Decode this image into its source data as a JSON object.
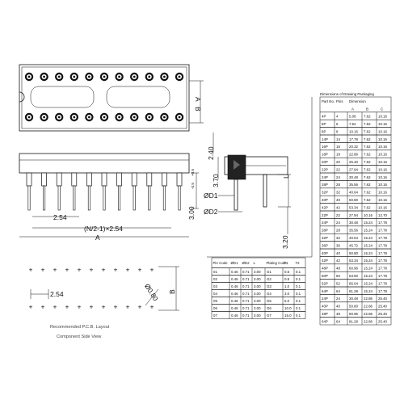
{
  "top_view": {
    "dim_a": "A",
    "dim_b": "B"
  },
  "side_view": {
    "pitch_label": "2.54",
    "span_label": "(N/2-1)×2.54",
    "overall_label": "A",
    "height_label": "3.00",
    "tol_plus": "+0.5",
    "tol_minus": "-0.5"
  },
  "end_view": {
    "top_height": "2.40",
    "body_height": "3.70",
    "d1_label": "ØD1",
    "d2_label": "ØD2",
    "pin_length": "3.20",
    "length_letter": "L"
  },
  "pcb_view": {
    "pitch_label": "2.54",
    "row_letter": "B",
    "hole_label": "Ø0.80",
    "note_line1": "Recommended P.C.B. Layout",
    "note_line2": "Component Side View"
  },
  "size_table": {
    "title": "Dimensions of Drawing Packaging",
    "header_row1": [
      "Part No.",
      "Pins",
      "Dimension"
    ],
    "header_row2": [
      "",
      "",
      "A",
      "B",
      "C"
    ],
    "rows": [
      [
        "4P",
        "4",
        "5.08",
        "7.62",
        "10.16"
      ],
      [
        "6P",
        "6",
        "7.62",
        "7.62",
        "10.16"
      ],
      [
        "8P",
        "8",
        "10.16",
        "7.62",
        "10.16"
      ],
      [
        "14P",
        "14",
        "17.78",
        "7.62",
        "10.16"
      ],
      [
        "16P",
        "16",
        "20.32",
        "7.62",
        "10.16"
      ],
      [
        "18P",
        "18",
        "22.86",
        "7.62",
        "10.16"
      ],
      [
        "20P",
        "20",
        "25.40",
        "7.62",
        "10.16"
      ],
      [
        "22P",
        "22",
        "27.94",
        "7.62",
        "10.16"
      ],
      [
        "24P",
        "24",
        "30.48",
        "7.62",
        "10.16"
      ],
      [
        "28P",
        "28",
        "35.56",
        "7.62",
        "10.16"
      ],
      [
        "32P",
        "32",
        "40.64",
        "7.62",
        "10.16"
      ],
      [
        "40P",
        "40",
        "50.80",
        "7.62",
        "10.16"
      ],
      [
        "42P",
        "42",
        "53.34",
        "7.62",
        "10.16"
      ],
      [
        "22P",
        "22",
        "27.94",
        "10.16",
        "12.70"
      ],
      [
        "24P",
        "24",
        "30.48",
        "15.24",
        "17.78"
      ],
      [
        "28P",
        "28",
        "35.56",
        "15.24",
        "17.78"
      ],
      [
        "32P",
        "32",
        "40.64",
        "15.24",
        "17.78"
      ],
      [
        "36P",
        "36",
        "45.72",
        "15.24",
        "17.78"
      ],
      [
        "40P",
        "40",
        "50.80",
        "15.24",
        "17.78"
      ],
      [
        "42P",
        "42",
        "53.34",
        "15.24",
        "17.78"
      ],
      [
        "48P",
        "48",
        "60.96",
        "15.24",
        "17.78"
      ],
      [
        "50P",
        "50",
        "63.50",
        "15.24",
        "17.78"
      ],
      [
        "52P",
        "52",
        "66.04",
        "15.24",
        "17.78"
      ],
      [
        "64P",
        "64",
        "81.28",
        "15.24",
        "17.78"
      ],
      [
        "24P",
        "24",
        "30.48",
        "22.86",
        "25.40"
      ],
      [
        "40P",
        "40",
        "50.80",
        "22.86",
        "25.40"
      ],
      [
        "48P",
        "48",
        "60.96",
        "22.86",
        "25.40"
      ],
      [
        "64P",
        "64",
        "81.28",
        "22.86",
        "25.40"
      ]
    ]
  },
  "pin_table": {
    "headers": [
      "Pin Code",
      "ØD1",
      "ØD2",
      "L",
      "Plating Code",
      "T1",
      "T2"
    ],
    "rows": [
      [
        "01",
        "0.46",
        "0.71",
        "3.00",
        "G1",
        "0.5",
        "0.1"
      ],
      [
        "02",
        "0.46",
        "0.71",
        "3.00",
        "G2",
        "0.8",
        "0.1"
      ],
      [
        "03",
        "0.46",
        "0.71",
        "3.00",
        "G3",
        "1.0",
        "0.1"
      ],
      [
        "04",
        "0.46",
        "0.71",
        "3.00",
        "G4",
        "3.0",
        "0.1"
      ],
      [
        "05",
        "0.46",
        "0.71",
        "3.00",
        "G5",
        "5.0",
        "0.1"
      ],
      [
        "06",
        "0.46",
        "0.71",
        "3.00",
        "G6",
        "10.0",
        "0.1"
      ],
      [
        "07",
        "0.46",
        "0.71",
        "3.00",
        "G7",
        "15.0",
        "0.1"
      ]
    ]
  }
}
